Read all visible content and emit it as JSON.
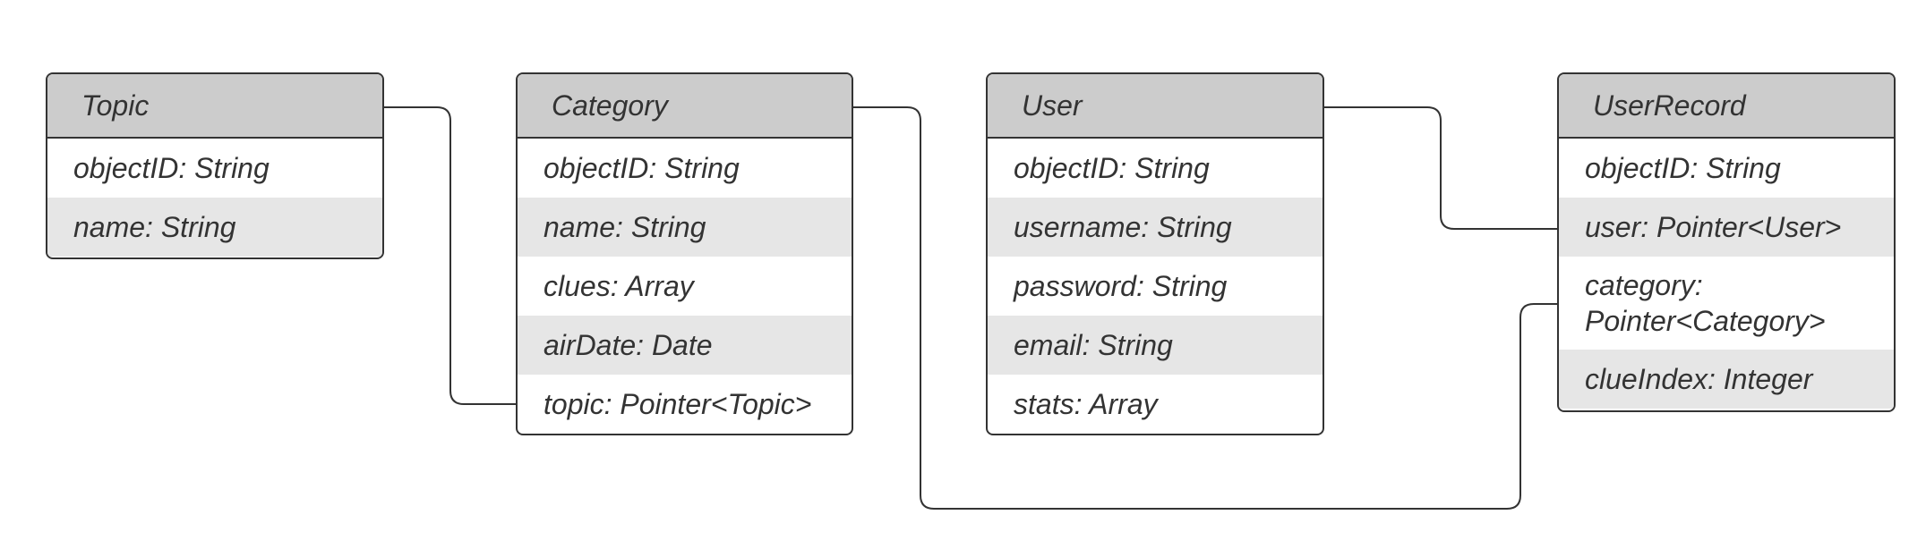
{
  "entities": {
    "topic": {
      "title": "Topic",
      "fields": [
        "objectID: String",
        "name: String"
      ]
    },
    "category": {
      "title": "Category",
      "fields": [
        "objectID: String",
        "name: String",
        "clues: Array",
        "airDate: Date",
        "topic: Pointer<Topic>"
      ]
    },
    "user": {
      "title": "User",
      "fields": [
        "objectID: String",
        "username: String",
        "password: String",
        "email: String",
        "stats: Array"
      ]
    },
    "userrecord": {
      "title": "UserRecord",
      "fields": [
        "objectID: String",
        "user: Pointer<User>",
        "category: Pointer<Category>",
        "clueIndex: Integer"
      ]
    }
  },
  "relationships": [
    {
      "from": "Category.topic",
      "to": "Topic"
    },
    {
      "from": "UserRecord.user",
      "to": "User"
    },
    {
      "from": "UserRecord.category",
      "to": "Category"
    }
  ],
  "colors": {
    "header_fill": "#cccccc",
    "alt_row_fill": "#e6e6e6",
    "border": "#333333",
    "text": "#333333"
  }
}
